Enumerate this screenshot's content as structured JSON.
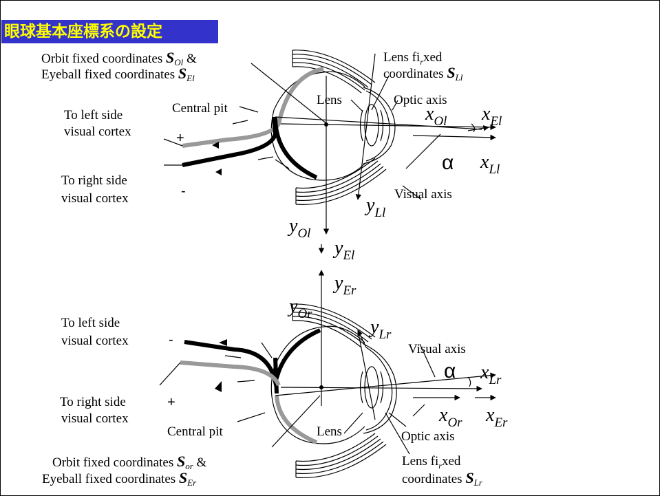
{
  "title": "眼球基本座標系の設定",
  "colors": {
    "title_bg": "#3333cc",
    "title_text": "#ffff00",
    "gray_nerve": "#999999"
  },
  "left_eye": {
    "orbit_line1": "Orbit fixed coordinates",
    "orbit_sym1": "S",
    "orbit_sub1": "Ol",
    "orbit_amp": "&",
    "orbit_line2": "Eyeball fixed coordinates",
    "orbit_sym2": "S",
    "orbit_sub2": "El",
    "lens_line1": "Lens fi",
    "lens_line1_r": "r",
    "lens_line1_end": "xed",
    "lens_line2": "coordinates",
    "lens_sym": "S",
    "lens_sub": "Ll",
    "lens": "Lens",
    "optic_axis": "Optic axis",
    "central_pit": "Central pit",
    "left_cortex_1": "To left side",
    "left_cortex_2": "visual cortex",
    "right_cortex_1": "To right side",
    "right_cortex_2": "visual cortex",
    "visual_axis": "Visual axis",
    "plus": "+",
    "minus": "-",
    "alpha": "α",
    "x_ol": "x",
    "x_ol_s": "Ol",
    "x_el": "x",
    "x_el_s": "El",
    "x_ll": "x",
    "x_ll_s": "Ll",
    "y_ll": "y",
    "y_ll_s": "Ll",
    "y_ol": "y",
    "y_ol_s": "Ol",
    "y_el": "y",
    "y_el_s": "El"
  },
  "right_eye": {
    "y_er": "y",
    "y_er_s": "Er",
    "y_or": "y",
    "y_or_s": "Or",
    "y_lr": "y",
    "y_lr_s": "Lr",
    "left_cortex_1": "To left side",
    "left_cortex_2": "visual cortex",
    "right_cortex_1": "To right side",
    "right_cortex_2": "visual cortex",
    "minus": "-",
    "plus": "+",
    "visual_axis": "Visual axis",
    "alpha": "α",
    "x_lr": "x",
    "x_lr_s": "Lr",
    "x_or": "x",
    "x_or_s": "Or",
    "x_er": "x",
    "x_er_s": "Er",
    "central_pit": "Central pit",
    "lens": "Lens",
    "optic_axis": "Optic axis",
    "orbit_line1": "Orbit fixed coordinates",
    "orbit_sym1": "S",
    "orbit_sub1": "or",
    "orbit_amp": "&",
    "orbit_line2": "Eyeball fixed coordinates",
    "orbit_sym2": "S",
    "orbit_sub2": "Er",
    "lens_line1": "Lens fi",
    "lens_line1_r": "r",
    "lens_line1_end": "xed",
    "lens_line2": "coordinates",
    "lens_sym": "S",
    "lens_sub": "Lr"
  }
}
